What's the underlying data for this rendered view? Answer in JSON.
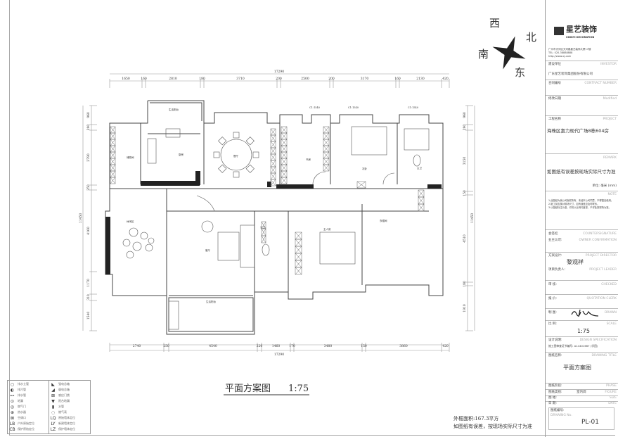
{
  "compass": {
    "west": "西",
    "north": "北",
    "south": "南",
    "east": "东"
  },
  "dimensions": {
    "top_total": "17290",
    "top": [
      "1650",
      "160",
      "2810",
      "180",
      "3710",
      "200",
      "2500",
      "200",
      "3170",
      "160",
      "2130",
      "420"
    ],
    "bottom_total": "17290",
    "bottom": [
      "2740",
      "250",
      "4540",
      "220",
      "1460",
      "170",
      "3480",
      "150",
      "3860",
      "420"
    ],
    "left_total": "11450",
    "left": [
      "960",
      "290",
      "2790",
      "250",
      "4160",
      "1170",
      "310",
      "1540"
    ],
    "right_total": "11450",
    "right": [
      "960",
      "290",
      "3150",
      "150",
      "4510",
      "180",
      "1910"
    ]
  },
  "rooms": {
    "service_balcony_top": "生活阳台",
    "kitchen": "厨房",
    "storage": "储物间",
    "dining": "餐厅",
    "study": "书房",
    "second_bedroom": "次卧",
    "master_bath": "主卫",
    "living": "客厅",
    "leisure": "休闲区",
    "public_bath": "公卫",
    "master_bedroom": "主人房",
    "cloakroom": "衣帽间",
    "service_balcony_bottom": "生活阳台",
    "window_tag_1": "C1:1540",
    "window_tag_2": "C1:1540",
    "window_tag_3": "C1:1540"
  },
  "drawing_title": "平面方案图",
  "drawing_scale": "1:75",
  "area_note": "外框面积:167.3平方",
  "deviation_note": "如图纸有误差，按现场实际尺寸为准",
  "legend": {
    "left": [
      "排水立管",
      "排污管",
      "排水管",
      "地漏",
      "燃气门",
      "热水器",
      "空调口",
      "户外原始定位",
      "保护原始定位"
    ],
    "right": [
      "强电总箱",
      "弱电总箱",
      "感应门锁",
      "阳台地漏",
      "水管",
      "燃气表",
      "原始墙体定位",
      "新建墙体定位",
      "保护墙体定位"
    ]
  },
  "title_block": {
    "brand": "星艺装饰",
    "brand_en": "XINGYI DECORATION",
    "address_lines": [
      "广州市天河区天河路星艺装饰大厦17楼",
      "TEL: 020-38888888",
      "http://www.xy.com"
    ],
    "investor_label": "建设单位",
    "investor_en": "INVESTOR",
    "investor": "广东星艺装饰集团股份有限公司",
    "contract_label": "合同编号",
    "contract_en": "CONTRACT NUMBER",
    "modified_label": "修改日期",
    "modified_en": "Modified",
    "project_label": "工程名称",
    "project_en": "PROJECT",
    "project": "海珠区富力现代广场8栋604房",
    "remark_en": "REMARK",
    "remark": "如图纸有误差按现场实际尺寸为准",
    "unit": "单位: 毫米 (mm)",
    "note_en": "NOTE",
    "notes": [
      "1.此图纸为我公司版权所有，未经本公司同意，不得擅自使用。",
      "2.施工前应核对现场尺寸，如有误差应及时联系。",
      "3.以图纸标注为准，切勿以比例尺度量，不详处按现场为准。"
    ],
    "countersign_label": "会签栏",
    "countersign_en": "COUNTERSIGNATURE",
    "owner_label": "业主认可:",
    "owner_en": "OWNER CONFIRMATION",
    "director_label": "方案设计:",
    "director_en": "PROJECT DIRECTOR",
    "director": "黎观祥",
    "leader_label": "项目负责人:",
    "leader_en": "PROJECT LEADER",
    "checked_label": "审    核:",
    "checked_en": "CHECKED",
    "quotation_label": "报    价:",
    "quotation_en": "QUOTATION CLERK",
    "drawn_label": "制    图:",
    "drawn_en": "DRAWN",
    "scale_label": "比    例:",
    "scale_en": "SCALE",
    "scale": "1:75",
    "spec_label": "设计说明:",
    "spec_en": "DESIGN SPECIFICATION",
    "spec": "施工图审查证书编号: A14401667 (学团)",
    "title_label": "图纸名称:",
    "title_en": "DRAWING TITLE",
    "title": "平面方案图",
    "phase_label": "图纸阶段:",
    "phase_en": "PHASE",
    "figure_label": "图纸类别:",
    "figure_value": "室内调",
    "figure_en": "FIGURE",
    "size_label": "图    幅:",
    "size_en": "SIZE",
    "date_label": "日    期:",
    "date_en": "DATE",
    "drawing_no_label": "图纸编号:",
    "drawing_no_en": "DRAWING No.",
    "drawing_no": "PL-01"
  }
}
